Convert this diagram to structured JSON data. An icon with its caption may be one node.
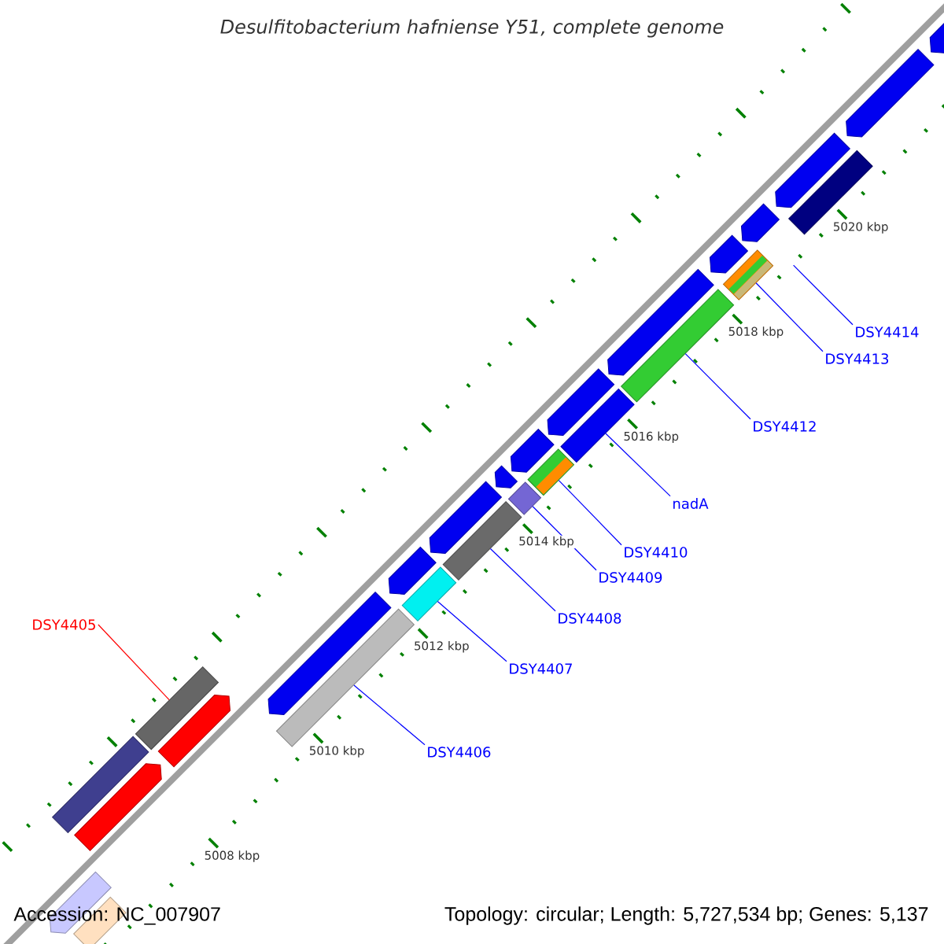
{
  "diagram": {
    "title": "Desulfitobacterium hafniense Y51, complete genome",
    "nodes": [
      {
        "text": [
          "DSY4405"
        ]
      },
      {
        "text": [
          "DSY4406"
        ]
      },
      {
        "text": [
          "DSY4407"
        ]
      },
      {
        "text": [
          "DSY4408"
        ]
      },
      {
        "text": [
          "DSY4409"
        ]
      },
      {
        "text": [
          "DSY4410"
        ]
      },
      {
        "text": [
          "nadA"
        ]
      },
      {
        "text": [
          "DSY4412"
        ]
      },
      {
        "text": [
          "DSY4413"
        ]
      },
      {
        "text": [
          "DSY4414"
        ]
      },
      {
        "text": [],
        "shape": "bar"
      },
      {
        "text": [],
        "shape": "bar"
      },
      {
        "text": [],
        "shape": "bar"
      },
      {
        "text": [],
        "shape": "bar"
      },
      {
        "text": [],
        "shape": "bar"
      },
      {
        "text": [],
        "shape": "bar"
      },
      {
        "text": [],
        "shape": "bar"
      },
      {
        "text": [],
        "shape": "bar"
      },
      {
        "text": [],
        "shape": "bar"
      },
      {
        "text": [],
        "shape": "bar"
      },
      {
        "text": [],
        "shape": "arrow"
      },
      {
        "text": [],
        "shape": "arrow"
      },
      {
        "text": [],
        "shape": "arrow"
      },
      {
        "text": [],
        "shape": "bar"
      },
      {
        "text": [],
        "shape": "arrow"
      },
      {
        "text": [],
        "shape": "arrow"
      },
      {
        "text": [],
        "shape": "arrow"
      },
      {
        "text": [],
        "shape": "arrow"
      },
      {
        "text": [],
        "shape": "arrow"
      },
      {
        "text": [],
        "shape": "arrow"
      },
      {
        "text": [],
        "shape": "arrow"
      },
      {
        "text": [],
        "shape": "arrow"
      },
      {
        "text": [],
        "shape": "arrow"
      },
      {
        "text": [],
        "shape": "arrow"
      },
      {
        "text": [],
        "shape": "arrow"
      },
      {
        "text": [],
        "shape": "arrow"
      },
      {
        "text": [],
        "shape": "bar"
      }
    ],
    "edges": [
      {
        "from": 0,
        "to": 10,
        "arrow": "none",
        "color": "#ff0000"
      },
      {
        "from": 1,
        "to": 11,
        "arrow": "none"
      },
      {
        "from": 2,
        "to": 12,
        "arrow": "none"
      },
      {
        "from": 3,
        "to": 13,
        "arrow": "none"
      },
      {
        "from": 4,
        "to": 14,
        "arrow": "none"
      },
      {
        "from": 5,
        "to": 15,
        "arrow": "none"
      },
      {
        "from": 6,
        "to": 16,
        "arrow": "none"
      },
      {
        "from": 7,
        "to": 17,
        "arrow": "none"
      },
      {
        "from": 8,
        "to": 18,
        "arrow": "none"
      },
      {
        "from": 9,
        "to": null,
        "arrow": "none"
      }
    ],
    "labels": [
      "5008 kbp",
      "5010 kbp",
      "5012 kbp",
      "5014 kbp",
      "5016 kbp",
      "5018 kbp",
      "5020 kbp",
      "Accession: NC_007907",
      "Topology: circular; Length: 5,727,534 bp; Genes: 5,137"
    ]
  }
}
